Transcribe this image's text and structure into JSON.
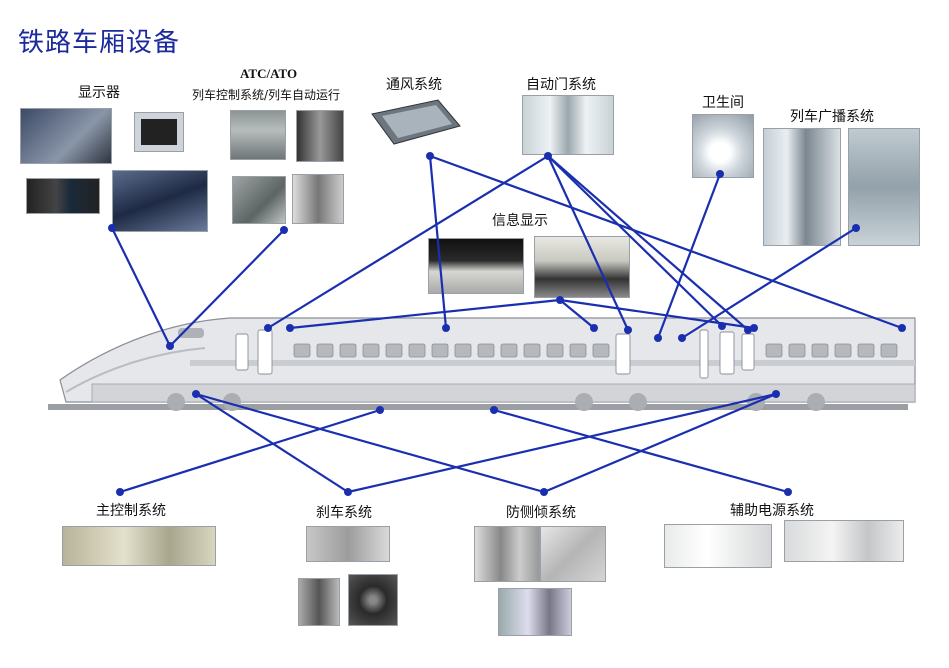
{
  "title": "铁路车厢设备",
  "labels": {
    "display": "显示器",
    "atc_line1": "ATC/ATO",
    "atc_line2": "列车控制系统/列车自动运行",
    "ventilation": "通风系统",
    "auto_door": "自动门系统",
    "toilet": "卫生间",
    "pa": "列车广播系统",
    "info_display": "信息显示",
    "main_control": "主控制系统",
    "brake": "刹车系统",
    "anti_tilt": "防侧倾系统",
    "aux_power": "辅助电源系统"
  },
  "colors": {
    "line": "#1a2fb0",
    "title": "#1b2a9c",
    "train_body": "#d2d4d8",
    "train_outline": "#8b8f95"
  }
}
